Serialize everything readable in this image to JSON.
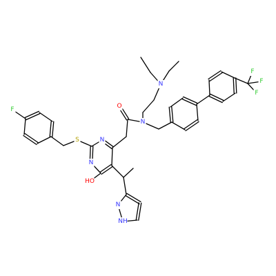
{
  "colors": {
    "bond": "#000000",
    "N": "#3333ff",
    "O": "#ff0000",
    "S": "#b2a000",
    "F": "#33cc33",
    "H": "#3333ff"
  },
  "atom_labels": {
    "N_amine": "N",
    "N_amide": "N",
    "O_carbonyl": "O",
    "S_thioether": "S",
    "F_aryl": "F",
    "N_pyr_top": "N",
    "N_pyr_bottom": "N",
    "O_hydroxy": "HO",
    "N_pyrazole_1": "N",
    "NH_pyrazole": "NH",
    "F_cf3_a": "F",
    "F_cf3_b": "F",
    "F_cf3_c": "F"
  }
}
